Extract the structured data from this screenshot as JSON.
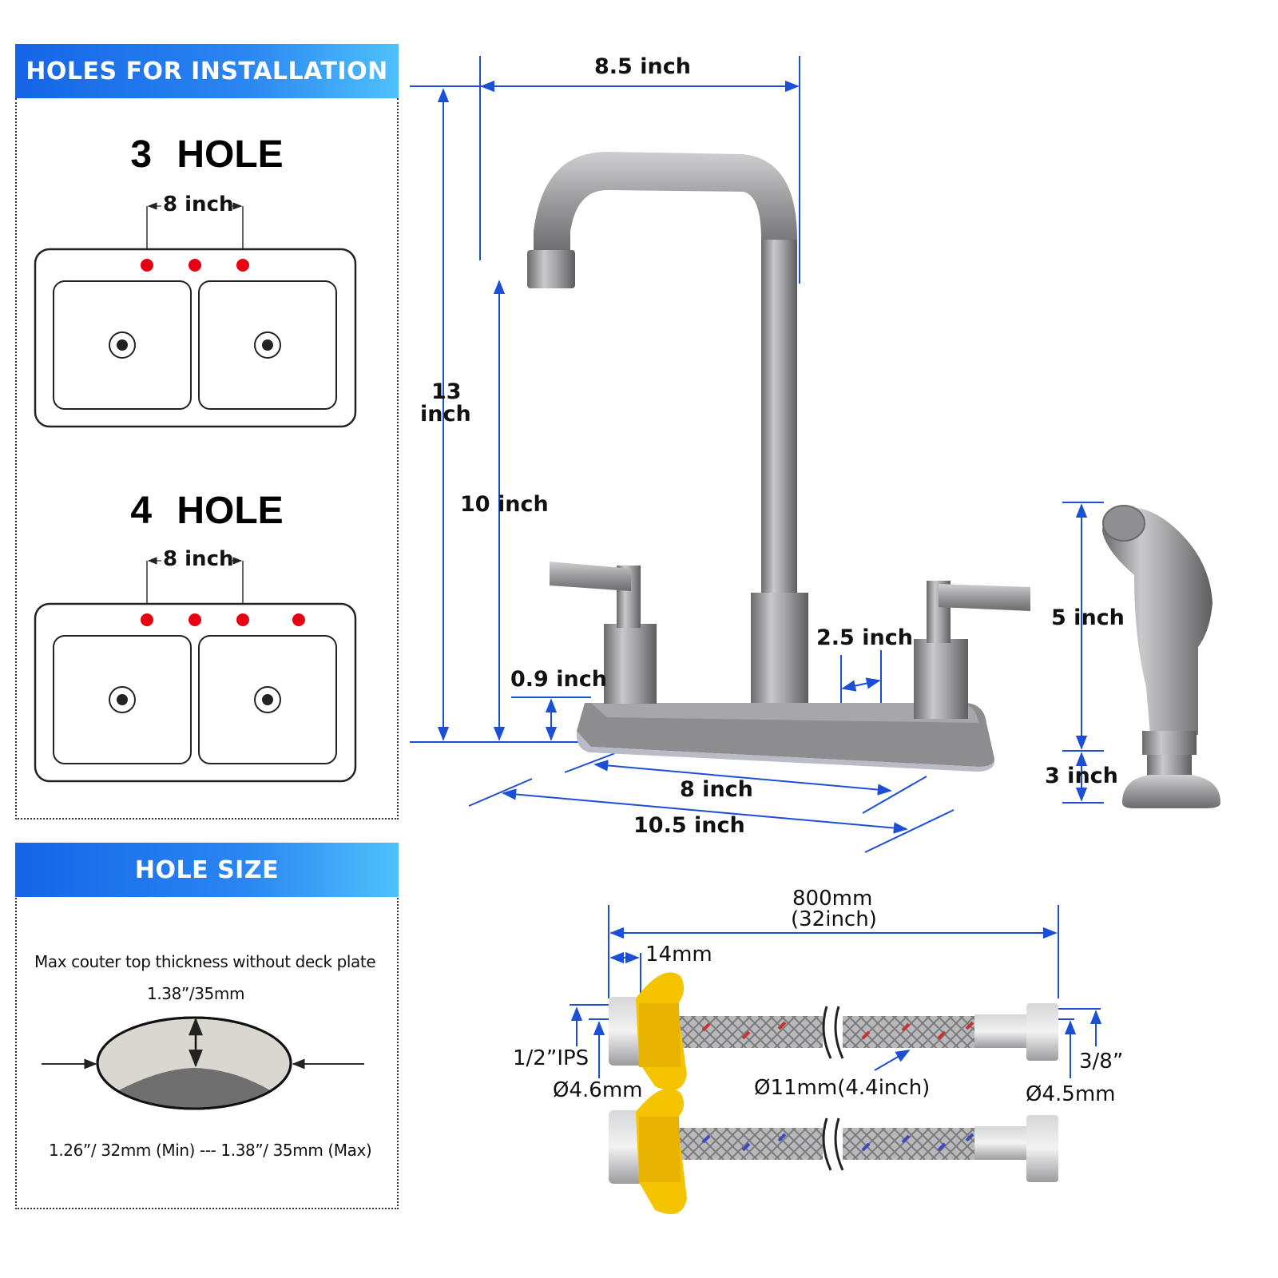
{
  "install": {
    "header": "HOLES FOR INSTALLATION",
    "three_hole": {
      "title": "3  HOLE",
      "spacing": "8 inch",
      "hole_count": 3
    },
    "four_hole": {
      "title": "4  HOLE",
      "spacing": "8 inch",
      "hole_count": 4
    },
    "hole_color": "#e60012"
  },
  "hole_size": {
    "header": "HOLE SIZE",
    "note": "Max couter top thickness without deck plate",
    "max_label": "1.38”/35mm",
    "range_label": "1.26”/ 32mm (Min) --- 1.38”/ 35mm (Max)"
  },
  "faucet": {
    "spout_reach": "8.5 inch",
    "total_height": "13",
    "total_height_unit": "inch",
    "spout_height": "10 inch",
    "handle_spacing": "2.5 inch",
    "base_height": "0.9 inch",
    "base_width": "8 inch",
    "base_length": "10.5 inch"
  },
  "sprayer": {
    "head_length": "5 inch",
    "base_height": "3 inch"
  },
  "hose": {
    "length_mm": "800mm",
    "length_in": "(32inch)",
    "nut_width": "14mm",
    "inlet_thread": "1/2”IPS",
    "inlet_diameter": "Ø4.6mm",
    "hose_diameter": "Ø11mm(4.4inch)",
    "outlet_thread": "3/8”",
    "outlet_diameter": "Ø4.5mm"
  },
  "colors": {
    "dimension_line": "#1a4fd6",
    "header_start": "#1565e6",
    "header_end": "#4fc0fb",
    "nut_yellow": "#f5c400"
  }
}
